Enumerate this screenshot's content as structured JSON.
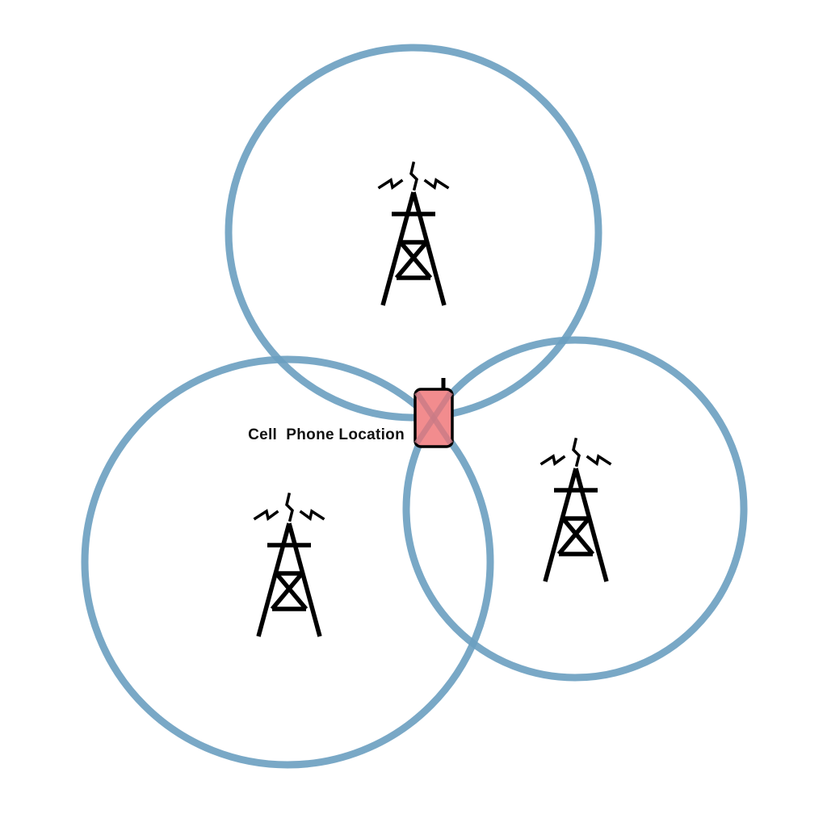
{
  "diagram": {
    "phone_label": "Cell  Phone Location",
    "coverage_color": "#6a9fc0",
    "phone_fill": "#f28c8e",
    "phone_outline": "#000000",
    "phone_cross": "#c97a86",
    "towers": [
      {
        "id": "top",
        "icon": "cell-tower-icon"
      },
      {
        "id": "left",
        "icon": "cell-tower-icon"
      },
      {
        "id": "right",
        "icon": "cell-tower-icon"
      }
    ],
    "phone_icon": "cell-phone-icon"
  }
}
